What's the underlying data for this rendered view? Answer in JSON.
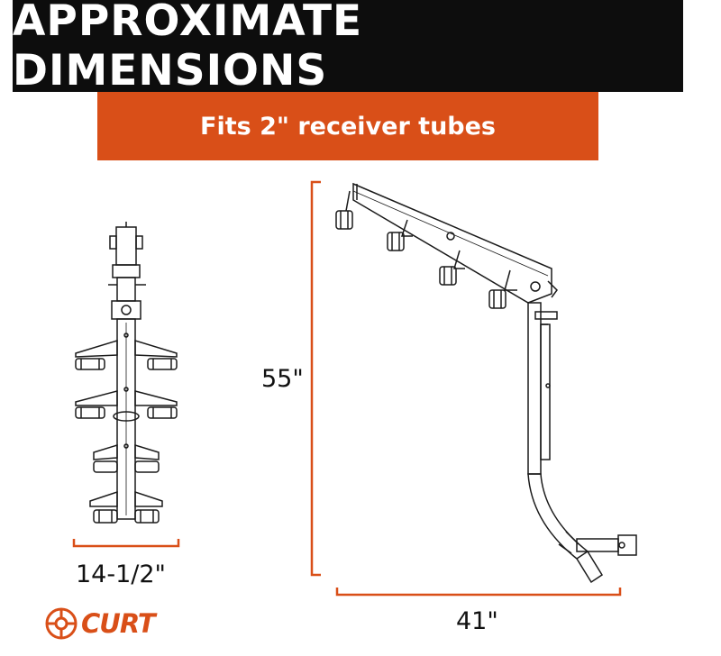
{
  "header": {
    "title": "APPROXIMATE DIMENSIONS"
  },
  "banner": {
    "text": "Fits 2\" receiver tubes"
  },
  "dimensions": {
    "width_front": "14-1/2\"",
    "height": "55\"",
    "depth": "41\""
  },
  "brand": {
    "logo_text": "CURT"
  },
  "colors": {
    "title_bg": "#0d0d0d",
    "accent": "#d94f18",
    "line": "#1a1a1a"
  }
}
